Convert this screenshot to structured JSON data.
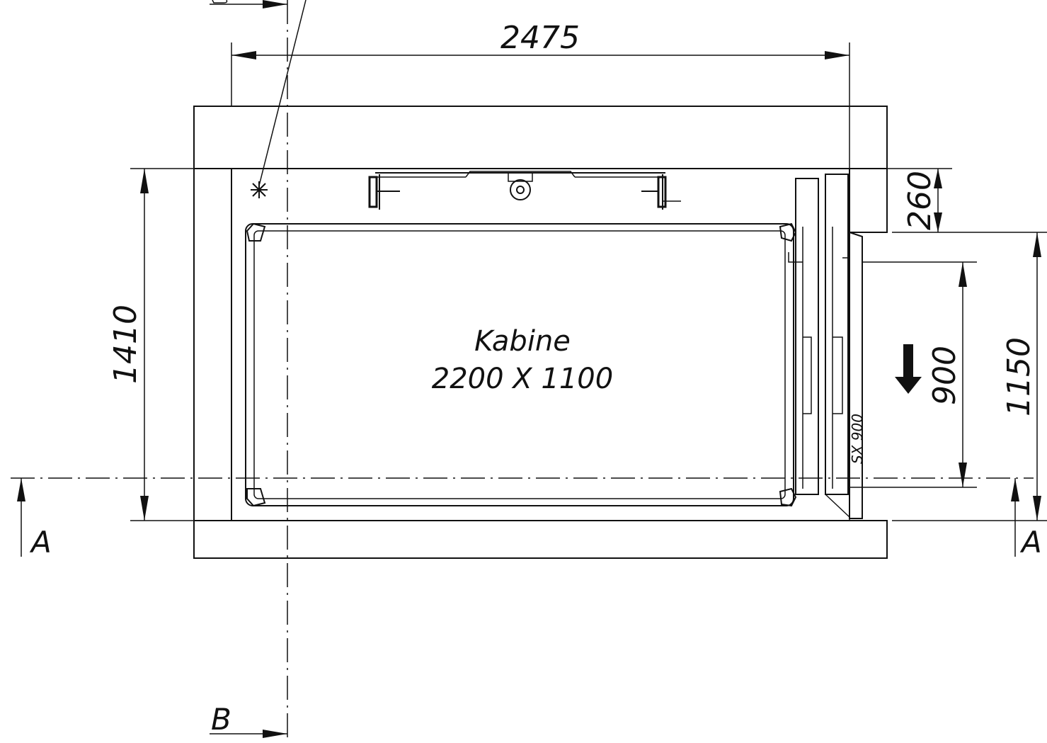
{
  "dimensions": {
    "overall_width": "2475",
    "depth": "1410",
    "offset_top": "260",
    "door_opening": "900",
    "door_overall": "1150"
  },
  "cabin": {
    "title": "Kabine",
    "size": "2200 X 1100"
  },
  "door": {
    "type": "SX 900"
  },
  "sections": {
    "a_left": "A",
    "a_right": "A",
    "b_bottom": "B"
  },
  "colors": {
    "line": "#111111",
    "background": "#ffffff"
  },
  "icons": {
    "entry_arrow": "down-arrow-icon",
    "marker": "asterisk-icon"
  }
}
